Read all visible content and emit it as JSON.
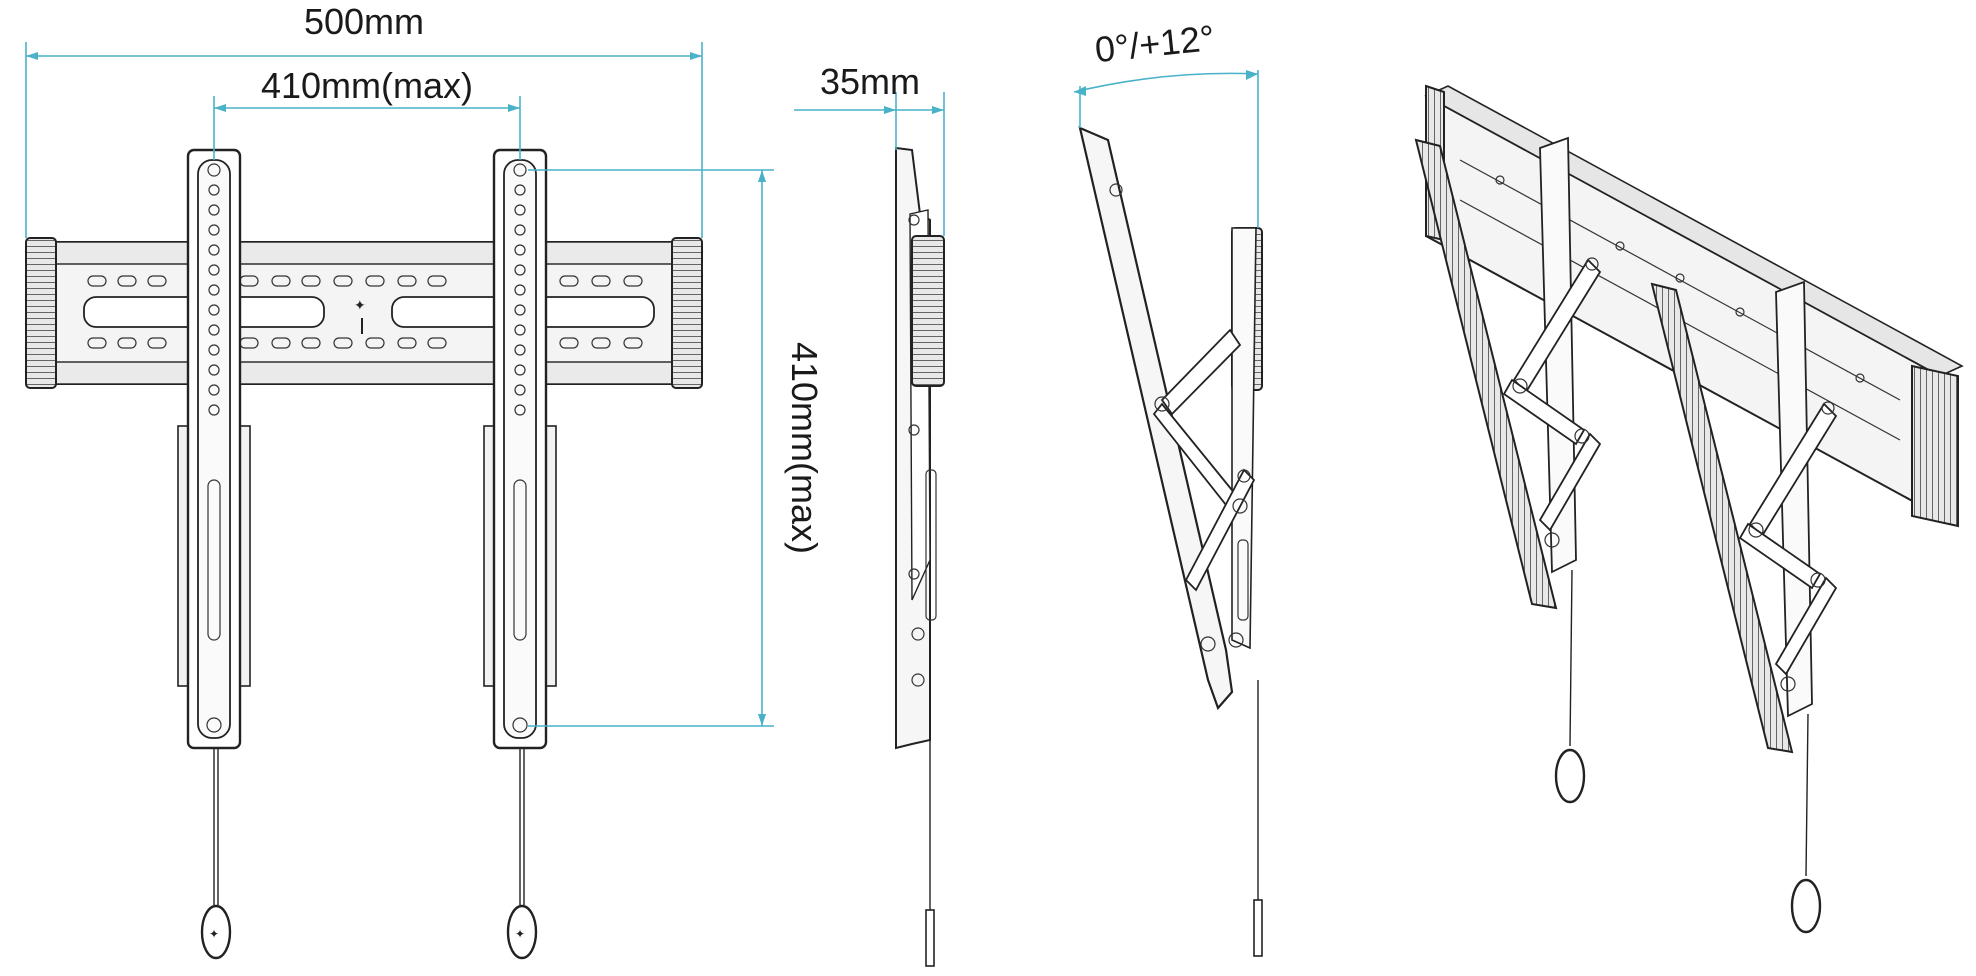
{
  "dimensions": {
    "overall_width": "500mm",
    "vesa_horizontal": "410mm(max)",
    "profile_depth": "35mm",
    "tilt_range": "0°/+12°",
    "vesa_vertical": "410mm(max)"
  },
  "colors": {
    "dimension_line": "#49b2c9",
    "outline": "#222222",
    "background": "#ffffff"
  },
  "views": [
    "front-view",
    "side-view-flat",
    "side-view-tilted",
    "perspective-view"
  ]
}
